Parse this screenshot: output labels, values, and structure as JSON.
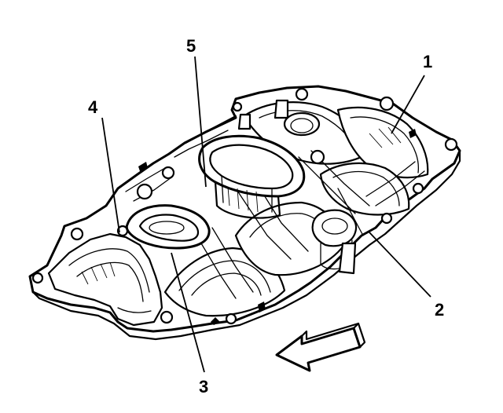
{
  "figure": {
    "callouts": [
      {
        "id": "1",
        "label": "1"
      },
      {
        "id": "2",
        "label": "2"
      },
      {
        "id": "3",
        "label": "3"
      },
      {
        "id": "4",
        "label": "4"
      },
      {
        "id": "5",
        "label": "5"
      }
    ],
    "arrow": {
      "icon": "direction-arrow-icon"
    },
    "colors": {
      "ink": "#000000",
      "paper": "#ffffff"
    }
  }
}
